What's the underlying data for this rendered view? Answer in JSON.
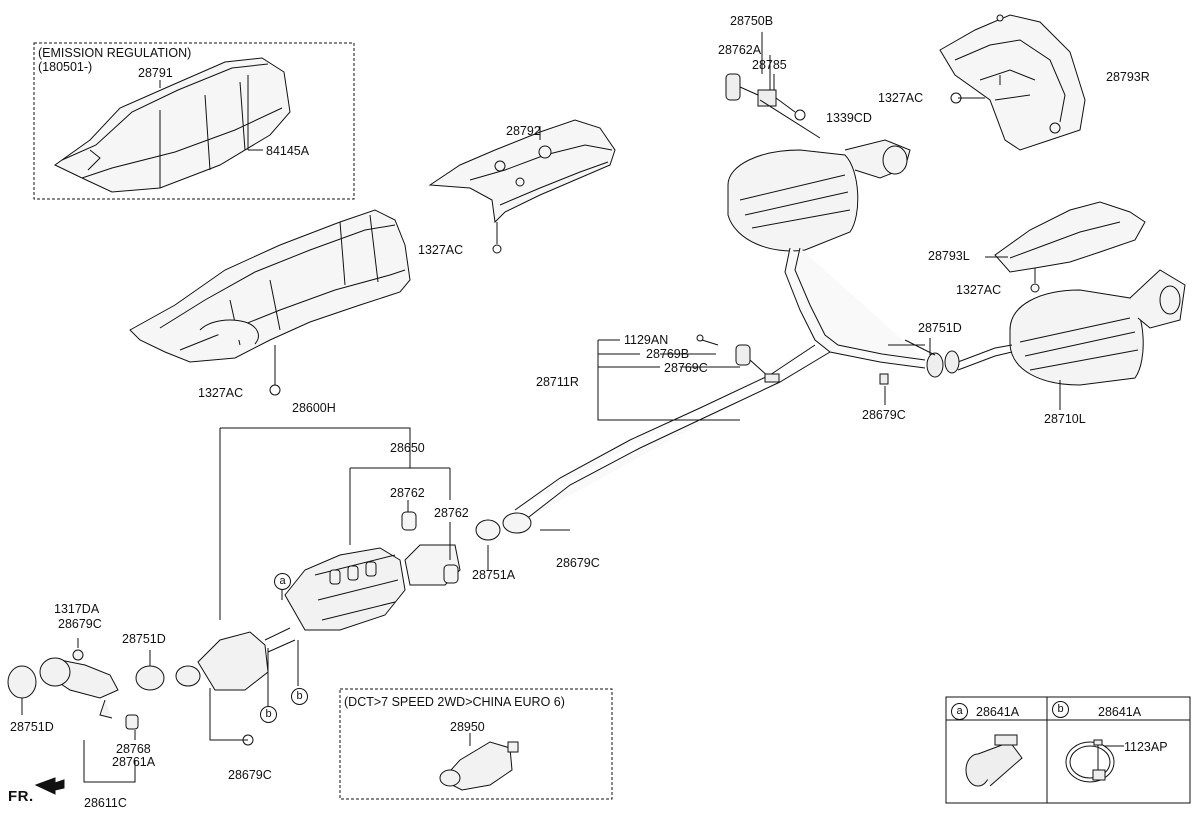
{
  "boxes": {
    "emission": {
      "title": "(EMISSION REGULATION)",
      "subtitle": "(180501-)"
    },
    "dct": {
      "title": "(DCT>7 SPEED 2WD>CHINA EURO 6)"
    }
  },
  "callouts": {
    "a": {
      "letter": "a",
      "part": "28641A"
    },
    "b": {
      "letter": "b",
      "part": "28641A"
    }
  },
  "labels": {
    "p28791": "28791",
    "p84145A": "84145A",
    "p28792": "28792",
    "p1327AC_a": "1327AC",
    "p1327AC_b": "1327AC",
    "p1327AC_c": "1327AC",
    "p1327AC_d": "1327AC",
    "p28750B": "28750B",
    "p28762A": "28762A",
    "p28785": "28785",
    "p1339CD": "1339CD",
    "p28793R": "28793R",
    "p28793L": "28793L",
    "p1129AN": "1129AN",
    "p28769B": "28769B",
    "p28769C": "28769C",
    "p28711R": "28711R",
    "p28751D_r": "28751D",
    "p28679C_r": "28679C",
    "p28710L": "28710L",
    "p28600H": "28600H",
    "p28650": "28650",
    "p28762_a": "28762",
    "p28762_b": "28762",
    "p28751A": "28751A",
    "p28679C_m": "28679C",
    "p1317DA": "1317DA",
    "p28679C_l": "28679C",
    "p28751D_m": "28751D",
    "p28751D_l": "28751D",
    "p28768": "28768",
    "p28761A": "28761A",
    "p28679C_b": "28679C",
    "p28611C": "28611C",
    "p28950": "28950",
    "p1123AP": "1123AP",
    "fr": "FR."
  },
  "markers": {
    "a": "a",
    "b": "b"
  },
  "colors": {
    "line": "#111111",
    "part_fill": "#f4f4f4",
    "shade": "#d9d9d9"
  }
}
